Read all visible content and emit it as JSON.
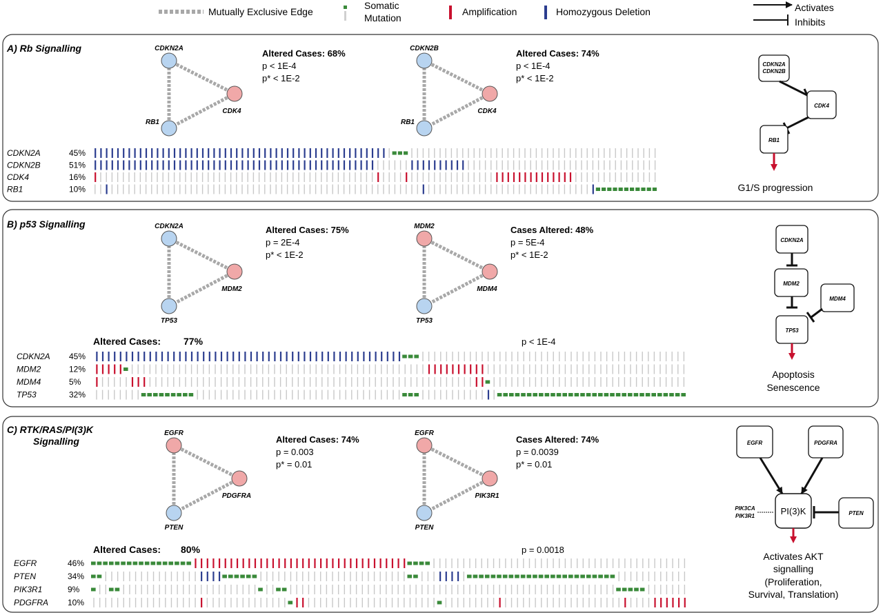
{
  "legend": {
    "mutually_exclusive": "Mutually Exclusive Edge",
    "somatic_line1": "Somatic",
    "somatic_line2": "Mutation",
    "amplification": "Amplification",
    "deletion": "Homozygous Deletion",
    "activates": "Activates",
    "inhibits": "Inhibits"
  },
  "colors": {
    "deletion": "#2b3d8f",
    "amplification": "#c8102e",
    "mutation": "#3a8a3a",
    "empty": "#c8c8c8",
    "node_blue": "#b8d4f0",
    "node_red": "#f0a8a8",
    "edge": "#a8a8a8",
    "arrow_red": "#c8102e"
  },
  "panels": [
    {
      "id": "A",
      "title": "A)  Rb Signalling",
      "triangles": [
        {
          "nodes": [
            {
              "name": "CDKN2A",
              "type": "blue"
            },
            {
              "name": "CDK4",
              "type": "red"
            },
            {
              "name": "RB1",
              "type": "blue"
            }
          ],
          "stats": {
            "altered": "Altered Cases: 68%",
            "p": "p < 1E-4",
            "pstar": "p* < 1E-2"
          }
        },
        {
          "nodes": [
            {
              "name": "CDKN2B",
              "type": "blue"
            },
            {
              "name": "CDK4",
              "type": "red"
            },
            {
              "name": "RB1",
              "type": "blue"
            }
          ],
          "stats": {
            "altered": "Altered Cases: 74%",
            "p": "p < 1E-4",
            "pstar": "p* < 1E-2"
          }
        }
      ],
      "oncoprint": {
        "header_left": "",
        "header_value": "",
        "header_right": "",
        "rows": [
          {
            "gene": "CDKN2A",
            "pct": "45%",
            "segs": [
              [
                "d",
                1,
                52
              ],
              [
                "e",
                53,
                53
              ],
              [
                "m",
                54,
                56
              ],
              [
                "e",
                57,
                100
              ]
            ]
          },
          {
            "gene": "CDKN2B",
            "pct": "51%",
            "segs": [
              [
                "d",
                1,
                50
              ],
              [
                "e",
                51,
                56
              ],
              [
                "d",
                57,
                66
              ],
              [
                "e",
                67,
                100
              ]
            ]
          },
          {
            "gene": "CDK4",
            "pct": "16%",
            "segs": [
              [
                "a",
                1,
                1
              ],
              [
                "e",
                2,
                50
              ],
              [
                "a",
                51,
                51
              ],
              [
                "e",
                52,
                55
              ],
              [
                "a",
                56,
                56
              ],
              [
                "e",
                57,
                71
              ],
              [
                "a",
                72,
                85
              ],
              [
                "e",
                86,
                100
              ]
            ]
          },
          {
            "gene": "RB1",
            "pct": "10%",
            "segs": [
              [
                "e",
                1,
                2
              ],
              [
                "d",
                3,
                3
              ],
              [
                "e",
                4,
                58
              ],
              [
                "d",
                59,
                59
              ],
              [
                "e",
                60,
                88
              ],
              [
                "d",
                89,
                89
              ],
              [
                "m",
                90,
                100
              ]
            ]
          }
        ]
      },
      "pathway": {
        "nodes": [
          "CDKN2A\nCDKN2B",
          "CDK4",
          "RB1"
        ],
        "outcome": [
          "G1/S progression"
        ]
      }
    },
    {
      "id": "B",
      "title": "B)  p53 Signalling",
      "triangles": [
        {
          "nodes": [
            {
              "name": "CDKN2A",
              "type": "blue"
            },
            {
              "name": "MDM2",
              "type": "red"
            },
            {
              "name": "TP53",
              "type": "blue"
            }
          ],
          "stats": {
            "altered": "Altered Cases: 75%",
            "p": "p = 2E-4",
            "pstar": "p* < 1E-2"
          }
        },
        {
          "nodes": [
            {
              "name": "MDM2",
              "type": "red"
            },
            {
              "name": "MDM4",
              "type": "red"
            },
            {
              "name": "TP53",
              "type": "blue"
            }
          ],
          "stats": {
            "altered": "Cases Altered: 48%",
            "p": "p = 5E-4",
            "pstar": "p* < 1E-2"
          }
        }
      ],
      "oncoprint": {
        "header_left": "Altered Cases:",
        "header_value": "77%",
        "header_right": "p < 1E-4",
        "rows": [
          {
            "gene": "CDKN2A",
            "pct": "45%",
            "segs": [
              [
                "d",
                1,
                52
              ],
              [
                "m",
                53,
                55
              ],
              [
                "e",
                56,
                100
              ]
            ]
          },
          {
            "gene": "MDM2",
            "pct": "12%",
            "segs": [
              [
                "a",
                1,
                5
              ],
              [
                "m",
                6,
                6
              ],
              [
                "e",
                7,
                56
              ],
              [
                "a",
                57,
                66
              ],
              [
                "e",
                67,
                100
              ]
            ]
          },
          {
            "gene": "MDM4",
            "pct": "5%",
            "segs": [
              [
                "a",
                1,
                1
              ],
              [
                "e",
                2,
                6
              ],
              [
                "a",
                7,
                9
              ],
              [
                "e",
                10,
                64
              ],
              [
                "a",
                65,
                66
              ],
              [
                "m",
                67,
                67
              ],
              [
                "e",
                68,
                100
              ]
            ]
          },
          {
            "gene": "TP53",
            "pct": "32%",
            "segs": [
              [
                "e",
                1,
                8
              ],
              [
                "m",
                9,
                17
              ],
              [
                "e",
                18,
                52
              ],
              [
                "m",
                53,
                55
              ],
              [
                "e",
                56,
                66
              ],
              [
                "d",
                67,
                67
              ],
              [
                "e",
                68,
                68
              ],
              [
                "m",
                69,
                100
              ]
            ]
          }
        ]
      },
      "pathway": {
        "nodes": [
          "CDKN2A",
          "MDM2",
          "MDM4",
          "TP53"
        ],
        "outcome": [
          "Apoptosis",
          "Senescence"
        ]
      }
    },
    {
      "id": "C",
      "title": "C)  RTK/RAS/PI(3)K",
      "title2": "Signalling",
      "triangles": [
        {
          "nodes": [
            {
              "name": "EGFR",
              "type": "red"
            },
            {
              "name": "PDGFRA",
              "type": "red"
            },
            {
              "name": "PTEN",
              "type": "blue"
            }
          ],
          "stats": {
            "altered": "Altered Cases: 74%",
            "p": "p = 0.003",
            "pstar": "p* = 0.01"
          }
        },
        {
          "nodes": [
            {
              "name": "EGFR",
              "type": "red"
            },
            {
              "name": "PIK3R1",
              "type": "red"
            },
            {
              "name": "PTEN",
              "type": "blue"
            }
          ],
          "stats": {
            "altered": "Cases Altered: 74%",
            "p": "p = 0.0039",
            "pstar": "p* = 0.01"
          }
        }
      ],
      "oncoprint": {
        "header_left": "Altered Cases:",
        "header_value": "80%",
        "header_right": "p = 0.0018",
        "rows": [
          {
            "gene": "EGFR",
            "pct": "46%",
            "segs": [
              [
                "m",
                1,
                17
              ],
              [
                "a",
                18,
                53
              ],
              [
                "m",
                54,
                57
              ],
              [
                "e",
                58,
                100
              ]
            ]
          },
          {
            "gene": "PTEN",
            "pct": "34%",
            "segs": [
              [
                "m",
                1,
                2
              ],
              [
                "e",
                3,
                18
              ],
              [
                "d",
                19,
                22
              ],
              [
                "m",
                23,
                28
              ],
              [
                "e",
                29,
                53
              ],
              [
                "m",
                54,
                55
              ],
              [
                "e",
                56,
                58
              ],
              [
                "d",
                59,
                62
              ],
              [
                "e",
                63,
                63
              ],
              [
                "m",
                64,
                88
              ],
              [
                "e",
                89,
                100
              ]
            ]
          },
          {
            "gene": "PIK3R1",
            "pct": "9%",
            "segs": [
              [
                "m",
                1,
                1
              ],
              [
                "e",
                2,
                3
              ],
              [
                "m",
                4,
                5
              ],
              [
                "e",
                6,
                28
              ],
              [
                "m",
                29,
                29
              ],
              [
                "e",
                30,
                31
              ],
              [
                "m",
                32,
                33
              ],
              [
                "e",
                34,
                88
              ],
              [
                "m",
                89,
                93
              ],
              [
                "e",
                94,
                100
              ]
            ]
          },
          {
            "gene": "PDGFRA",
            "pct": "10%",
            "segs": [
              [
                "e",
                1,
                18
              ],
              [
                "a",
                19,
                19
              ],
              [
                "e",
                20,
                33
              ],
              [
                "m",
                34,
                34
              ],
              [
                "a",
                35,
                36
              ],
              [
                "e",
                37,
                58
              ],
              [
                "m",
                59,
                59
              ],
              [
                "e",
                60,
                68
              ],
              [
                "a",
                69,
                69
              ],
              [
                "e",
                70,
                89
              ],
              [
                "a",
                90,
                90
              ],
              [
                "e",
                91,
                94
              ],
              [
                "a",
                95,
                100
              ]
            ]
          }
        ]
      },
      "pathway": {
        "nodes": [
          "EGFR",
          "PDGFRA",
          "PI(3)K",
          "PTEN"
        ],
        "side_label": [
          "PIK3CA",
          "PIK3R1"
        ],
        "outcome": [
          "Activates AKT",
          "signalling",
          "(Proliferation,",
          "Survival, Translation)"
        ]
      }
    }
  ]
}
